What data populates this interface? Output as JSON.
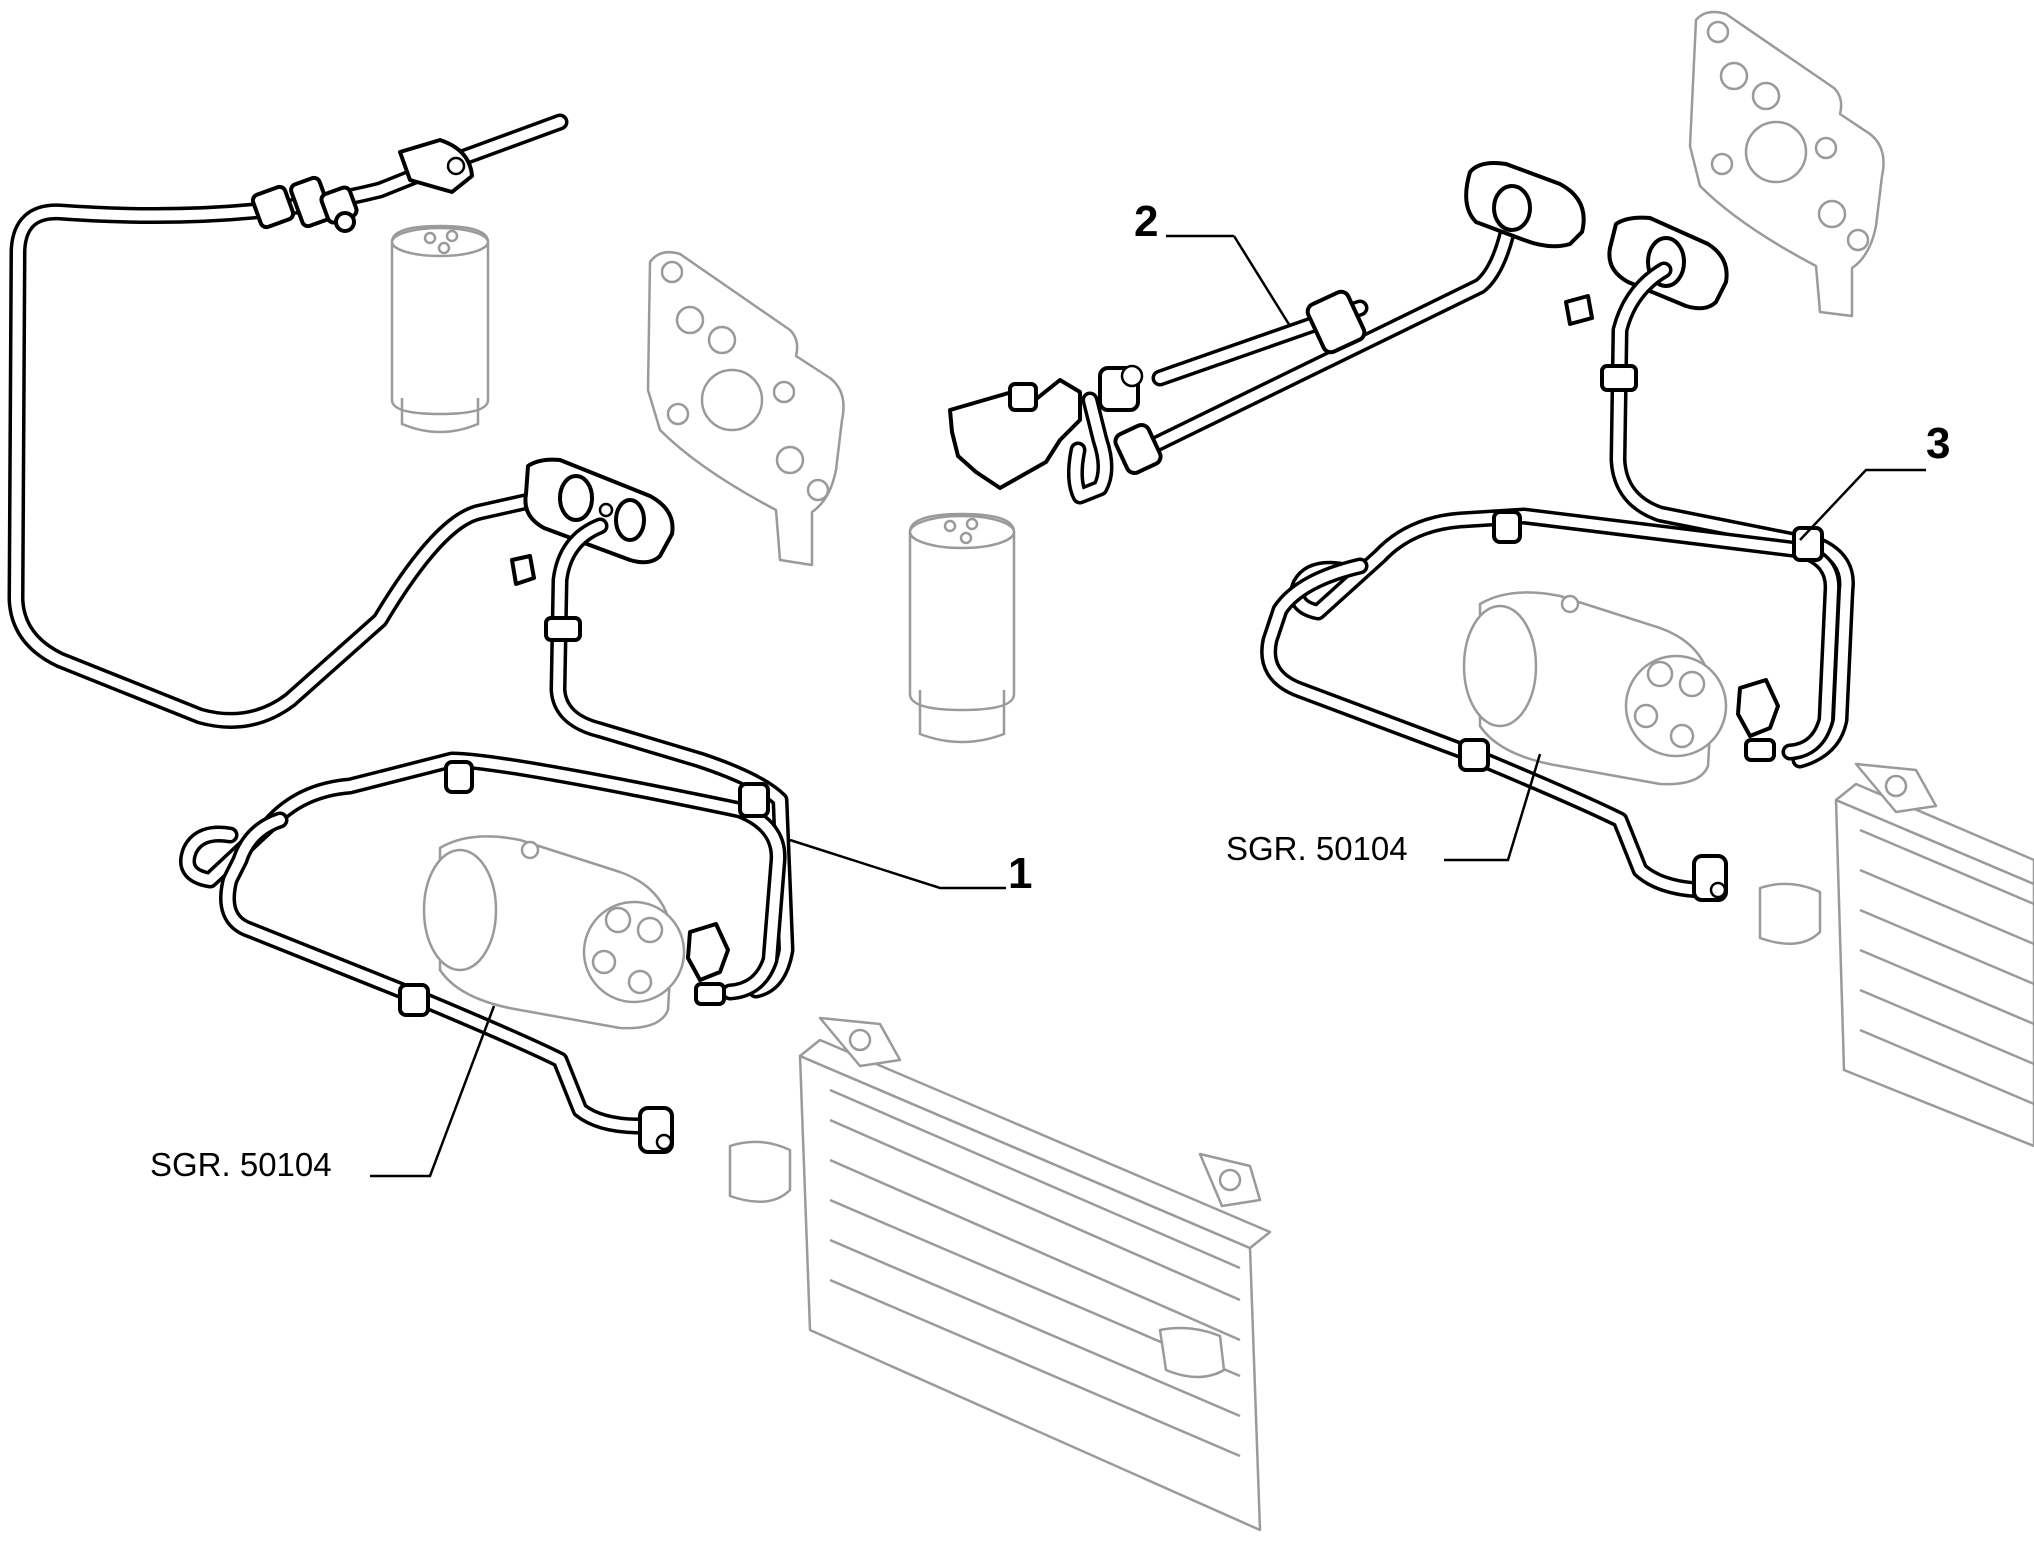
{
  "callouts": {
    "part1": "1",
    "part2": "2",
    "part3": "3",
    "ref_left": "SGR. 50104",
    "ref_right": "SGR. 50104"
  },
  "colors": {
    "line": "#000000",
    "ghost_part": "#9a9a9a",
    "background": "#ffffff"
  }
}
